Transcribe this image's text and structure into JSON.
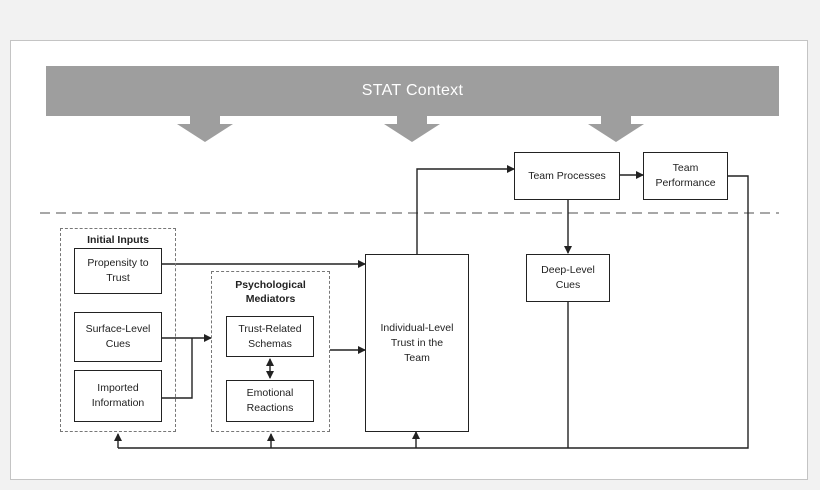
{
  "context": {
    "label": "STAT Context"
  },
  "colors": {
    "banner": "#9e9e9e",
    "line": "#222222",
    "dashed": "#8a8a8a"
  },
  "groups": {
    "initial_inputs": {
      "title": "Initial Inputs"
    },
    "psych_mediators": {
      "title": "Psychological Mediators"
    }
  },
  "nodes": {
    "propensity": "Propensity to Trust",
    "surface": "Surface-Level Cues",
    "imported": "Imported Information",
    "trust_schemas": "Trust-Related Schemas",
    "emotional": "Emotional Reactions",
    "individual_trust": "Individual-Level Trust in the Team",
    "team_processes": "Team Processes",
    "team_performance": "Team Performance",
    "deep_level": "Deep-Level Cues"
  }
}
